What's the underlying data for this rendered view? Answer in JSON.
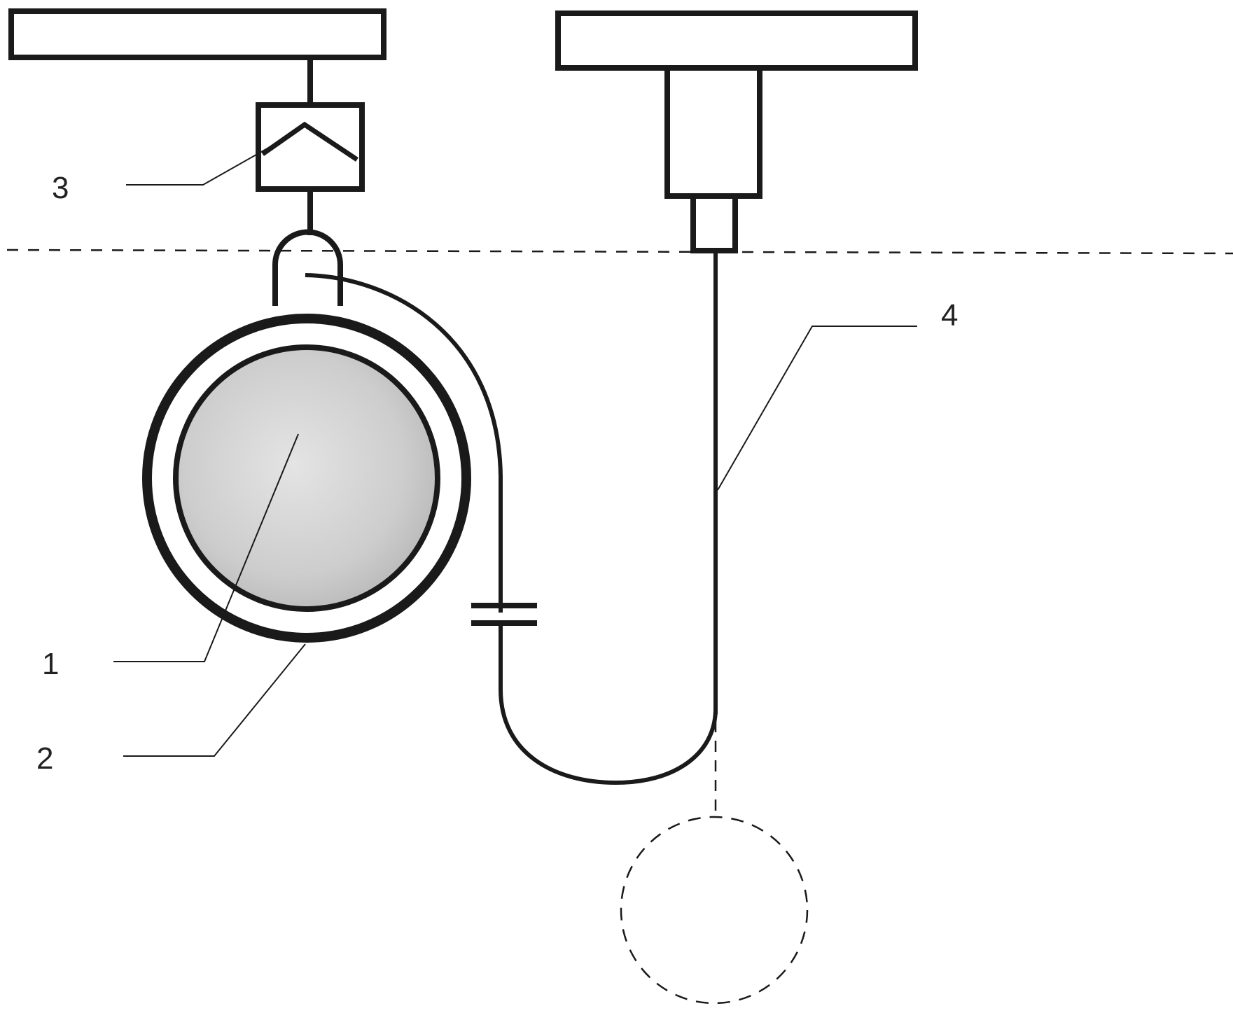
{
  "labels": {
    "one": "1",
    "two": "2",
    "three": "3",
    "four": "4"
  },
  "colors": {
    "line": "#1a1a1a",
    "fill_gray": "#cfcfcf",
    "background": "#ffffff"
  }
}
